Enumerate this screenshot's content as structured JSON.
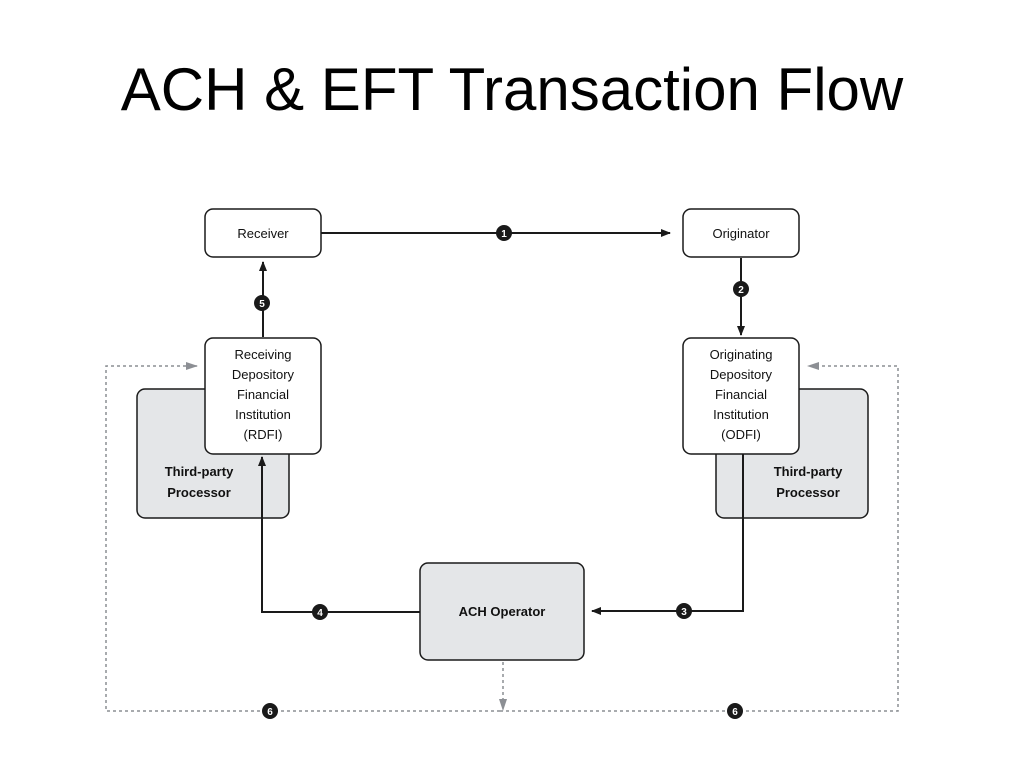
{
  "title": "ACH & EFT Transaction Flow",
  "nodes": {
    "receiver": {
      "label": "Receiver"
    },
    "originator": {
      "label": "Originator"
    },
    "rdfi": {
      "lines": [
        "Receiving",
        "Depository",
        "Financial",
        "Institution",
        "(RDFI)"
      ]
    },
    "odfi": {
      "lines": [
        "Originating",
        "Depository",
        "Financial",
        "Institution",
        "(ODFI)"
      ]
    },
    "third_party_left": {
      "lines": [
        "Third-party",
        "Processor"
      ]
    },
    "third_party_right": {
      "lines": [
        "Third-party",
        "Processor"
      ]
    },
    "ach_operator": {
      "label": "ACH Operator"
    }
  },
  "steps": {
    "step1": "1",
    "step2": "2",
    "step3": "3",
    "step4": "4",
    "step5": "5",
    "step6_left": "6",
    "step6_right": "6"
  },
  "colors": {
    "box_fill": "#ffffff",
    "processor_fill": "#e4e6e8",
    "stroke": "#1a1a1a",
    "dashed": "#8c8f94",
    "badge": "#1a1a1a"
  }
}
